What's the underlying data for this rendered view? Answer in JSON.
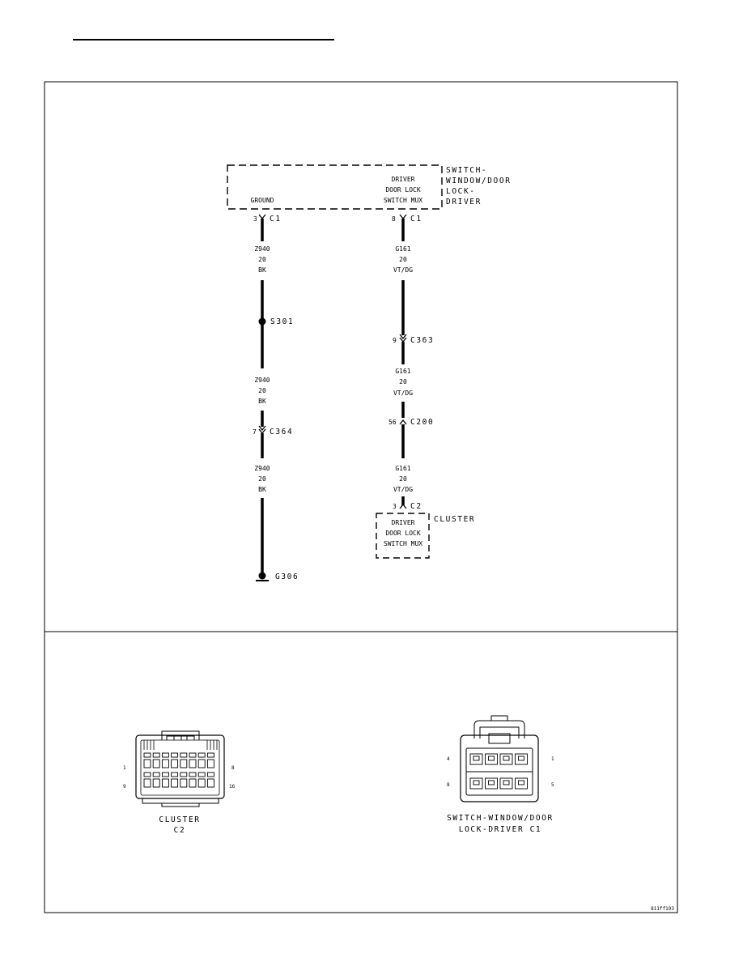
{
  "switch_component": {
    "name_lines": [
      "SWITCH-",
      "WINDOW/DOOR",
      "LOCK-",
      "DRIVER"
    ],
    "ground_label": "GROUND",
    "mux_lines": [
      "DRIVER",
      "DOOR LOCK",
      "SWITCH MUX"
    ]
  },
  "ground_circuit": {
    "top_connector": {
      "pin": "3",
      "name": "C1"
    },
    "wire1": [
      "Z940",
      "20",
      "BK"
    ],
    "splice": "S301",
    "wire2": [
      "Z940",
      "20",
      "BK"
    ],
    "connector": {
      "pin": "7",
      "name": "C364"
    },
    "wire3": [
      "Z940",
      "20",
      "BK"
    ],
    "ground": "G306"
  },
  "mux_circuit": {
    "top_connector": {
      "pin": "8",
      "name": "C1"
    },
    "wire1": [
      "G161",
      "20",
      "VT/DG"
    ],
    "connector1": {
      "pin": "9",
      "name": "C363"
    },
    "wire2": [
      "G161",
      "20",
      "VT/DG"
    ],
    "connector2": {
      "pin": "56",
      "name": "C200"
    },
    "wire3": [
      "G161",
      "20",
      "VT/DG"
    ],
    "bottom_connector": {
      "pin": "3",
      "name": "C2"
    }
  },
  "cluster_component": {
    "name": "CLUSTER",
    "mux_lines": [
      "DRIVER",
      "DOOR LOCK",
      "SWITCH MUX"
    ]
  },
  "cluster_connector_view": {
    "pins_top": {
      "left": "1",
      "right": "8"
    },
    "pins_bottom": {
      "left": "9",
      "right": "16"
    },
    "caption": [
      "CLUSTER",
      "C2"
    ]
  },
  "switch_connector_view": {
    "pins_top": {
      "left": "4",
      "right": "1"
    },
    "pins_bottom": {
      "left": "8",
      "right": "5"
    },
    "caption": [
      "SWITCH-WINDOW/DOOR",
      "LOCK-DRIVER C1"
    ]
  },
  "figure_id": "811ff193"
}
